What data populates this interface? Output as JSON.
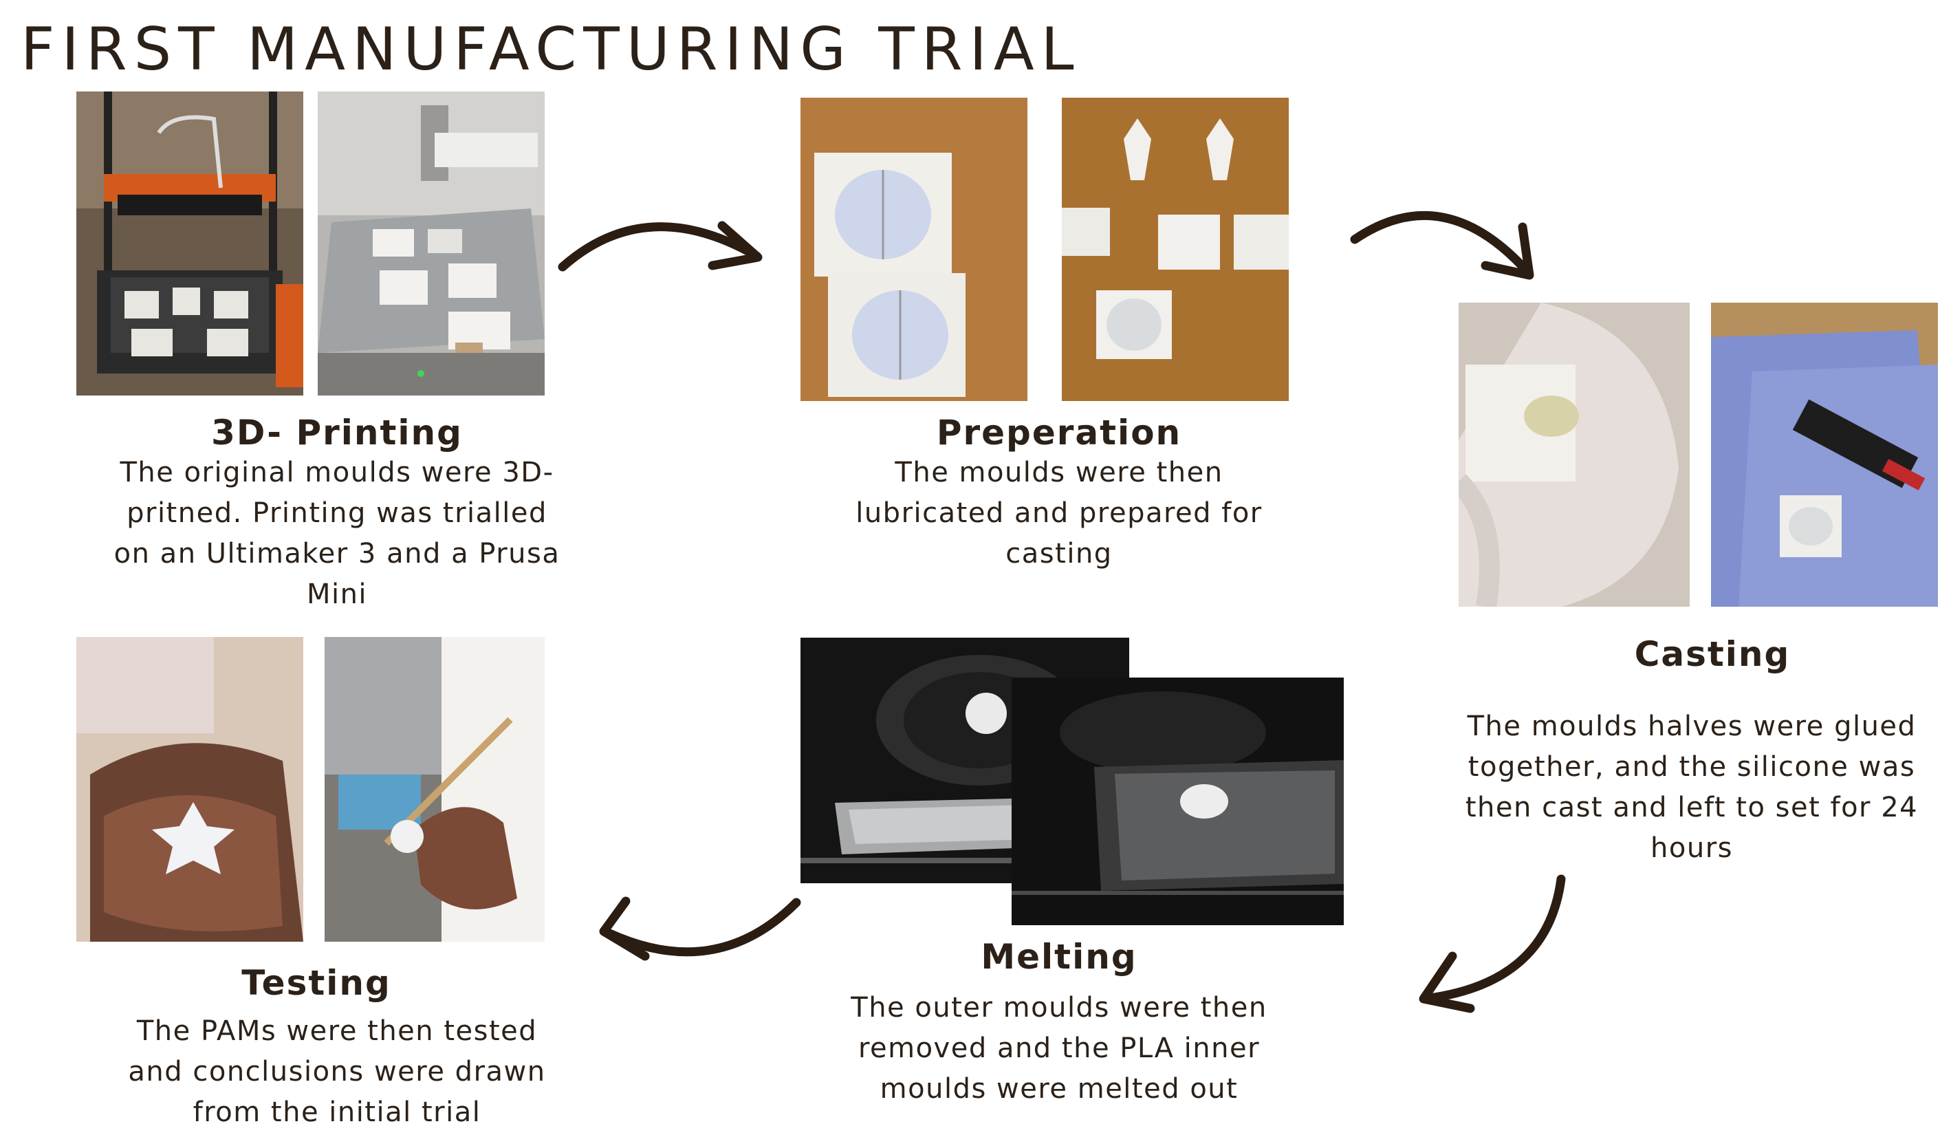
{
  "title": "FIRST MANUFACTURING TRIAL",
  "steps": {
    "printing": {
      "title": "3D- Printing",
      "lines": [
        "The original moulds were 3D-",
        "pritned. Printing was trialled",
        "on an Ultimaker 3 and a Prusa",
        "Mini"
      ]
    },
    "preparation": {
      "title": "Preperation",
      "lines": [
        "The moulds were then",
        "lubricated and prepared for",
        "casting"
      ]
    },
    "casting": {
      "title": "Casting",
      "lines": [
        "The moulds halves were glued",
        "together, and the silicone was",
        "then cast and left to set for 24",
        "hours"
      ]
    },
    "melting": {
      "title": "Melting",
      "lines": [
        "The outer moulds were then",
        "removed and the PLA inner",
        "moulds were melted out"
      ]
    },
    "testing": {
      "title": "Testing",
      "lines": [
        "The PAMs were then tested",
        "and conclusions were drawn",
        "from the initial trial"
      ]
    }
  },
  "colors": {
    "text": "#2b2118",
    "arrow": "#2b1d12"
  }
}
